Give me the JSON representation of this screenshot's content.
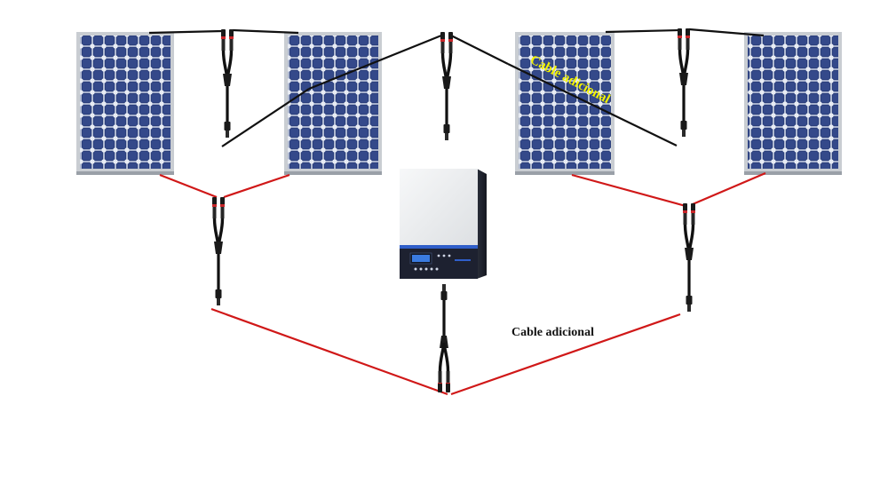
{
  "title": "",
  "labels": {
    "extra_cable_dark": "Cable adicional",
    "extra_cable_yellow": "Cable adicional"
  },
  "colors": {
    "background": "#ffffff",
    "negative_wire": "#d01818",
    "positive_wire": "#111111",
    "panel_cell": "#2b3f7c",
    "panel_frame": "#c9cdd2",
    "label_yellow": "#f2f200",
    "label_dark": "#111111",
    "inverter_body": "#f1f2f3",
    "inverter_base": "#1d2130"
  },
  "components": {
    "panels": [
      "solar-panel",
      "solar-panel",
      "solar-panel",
      "solar-panel"
    ],
    "connectors": [
      "mc4-y-connector"
    ],
    "inverter": "inverter"
  }
}
